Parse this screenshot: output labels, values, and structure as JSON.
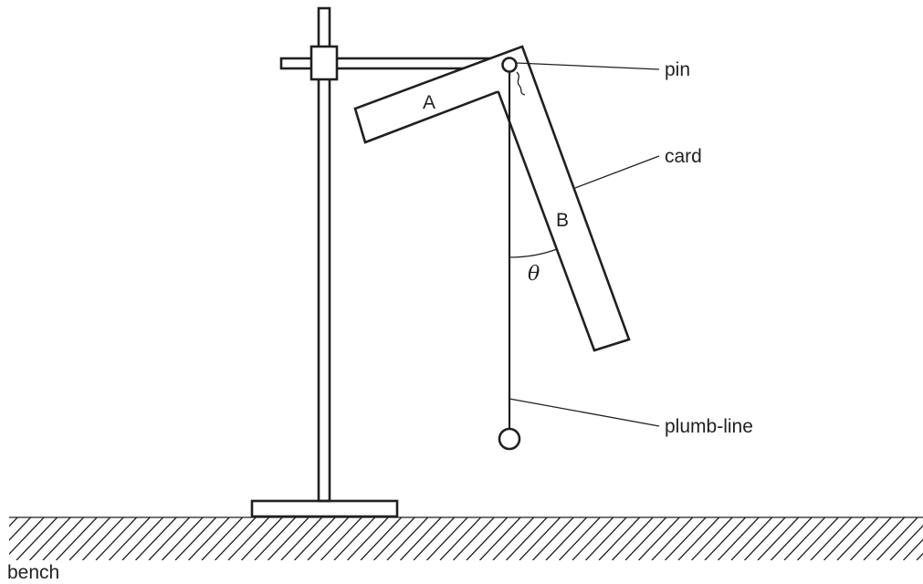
{
  "labels": {
    "pin": "pin",
    "card": "card",
    "plumb_line": "plumb-line",
    "bench": "bench",
    "part_a": "A",
    "part_b": "B",
    "angle": "θ"
  },
  "colors": {
    "ink": "#231f20",
    "background": "#ffffff"
  }
}
